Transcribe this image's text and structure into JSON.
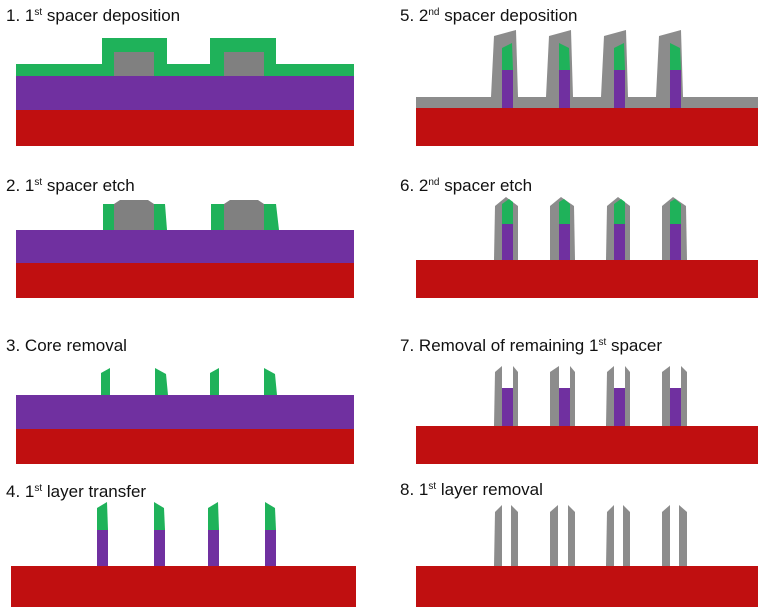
{
  "colors": {
    "substrate": "#c00f10",
    "first_layer": "#7030a0",
    "core": "#808080",
    "first_spacer": "#1fb25a",
    "second_spacer": "#8c8c8c"
  },
  "steps": [
    {
      "num": "1.",
      "pre": " 1",
      "sup": "st",
      "post": " spacer deposition"
    },
    {
      "num": "2.",
      "pre": " 1",
      "sup": "st",
      "post": " spacer etch"
    },
    {
      "num": "3.",
      "pre": " Core removal",
      "sup": "",
      "post": ""
    },
    {
      "num": "4.",
      "pre": " 1",
      "sup": "st",
      "post": " layer transfer"
    },
    {
      "num": "5.",
      "pre": " 2",
      "sup": "nd",
      "post": " spacer deposition"
    },
    {
      "num": "6.",
      "pre": " 2",
      "sup": "nd",
      "post": " spacer etch"
    },
    {
      "num": "7.",
      "pre": " Removal of remaining 1",
      "sup": "st",
      "post": " spacer"
    },
    {
      "num": "8.",
      "pre": " 1",
      "sup": "st",
      "post": " layer removal"
    }
  ]
}
